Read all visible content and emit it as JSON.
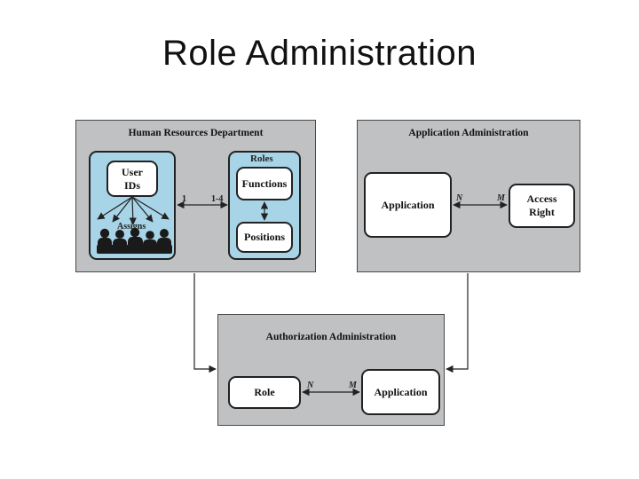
{
  "slide": {
    "title": "Role Administration"
  },
  "hr": {
    "title": "Human Resources Department",
    "user_ids": "User IDs",
    "assigns": "Assigns",
    "roles_title": "Roles",
    "functions": "Functions",
    "positions": "Positions",
    "card_left": "1",
    "card_right": "1-4"
  },
  "appadmin": {
    "title": "Application Administration",
    "application": "Application",
    "access_right": "Access Right",
    "card_left": "N",
    "card_right": "M"
  },
  "authadmin": {
    "title": "Authorization Administration",
    "role": "Role",
    "application": "Application",
    "card_left": "N",
    "card_right": "M"
  },
  "colors": {
    "panel_gray": "#bfc1c3",
    "role_blue": "#a8d4e8",
    "border": "#222222"
  }
}
